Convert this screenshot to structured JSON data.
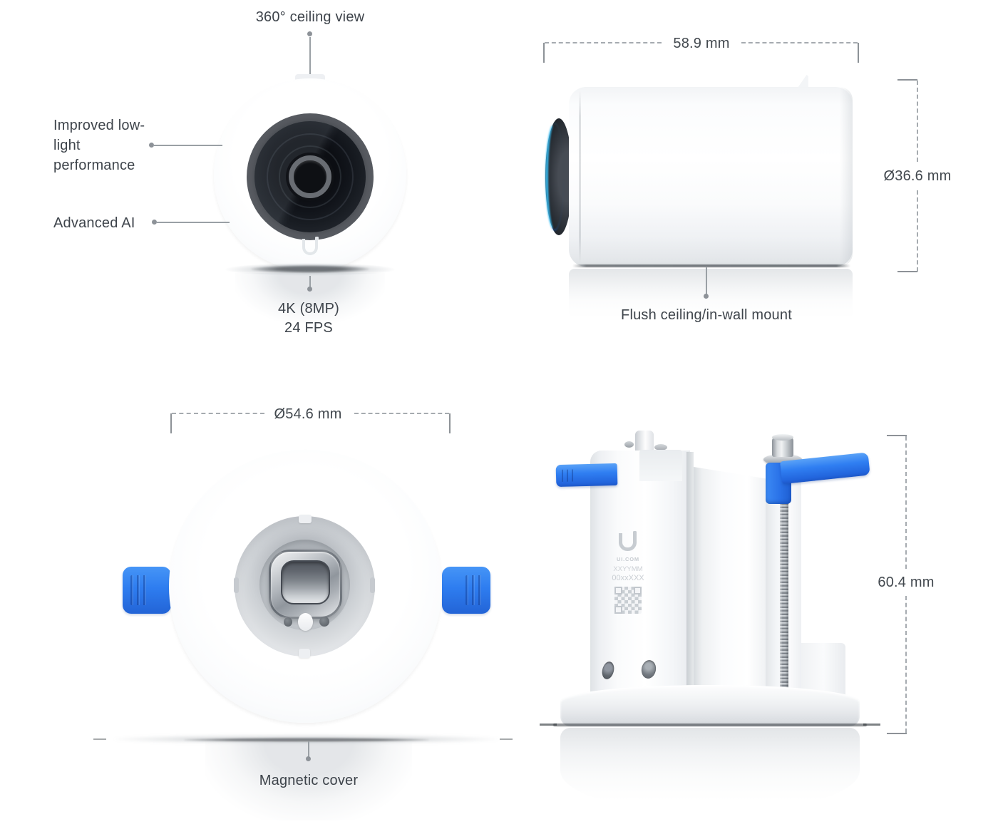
{
  "front_view": {
    "top_label": "360° ceiling view",
    "left_label_1": "Improved low-light performance",
    "left_label_2": "Advanced AI",
    "bottom_label_line1": "4K (8MP)",
    "bottom_label_line2": "24 FPS"
  },
  "side_view": {
    "width_dimension": "58.9 mm",
    "diameter_dimension": "Ø36.6 mm",
    "bottom_label": "Flush ceiling/in-wall mount"
  },
  "mount_front_view": {
    "diameter_dimension": "Ø54.6 mm",
    "bottom_label": "Magnetic cover"
  },
  "mount_side_view": {
    "height_dimension": "60.4 mm",
    "label": {
      "brand": "UI.COM",
      "serial_line1": "XXYYMM",
      "serial_line2": "00xxXXX"
    }
  },
  "icons": {
    "u_logo": "ubiquiti-u-logo",
    "qr_code": "qr-code"
  },
  "colors": {
    "accent_blue": "#2e7df0",
    "lens_glow_cyan": "#29b6f2",
    "text": "#3e444b",
    "line_gray": "#9aa0a5",
    "background": "#ffffff"
  }
}
